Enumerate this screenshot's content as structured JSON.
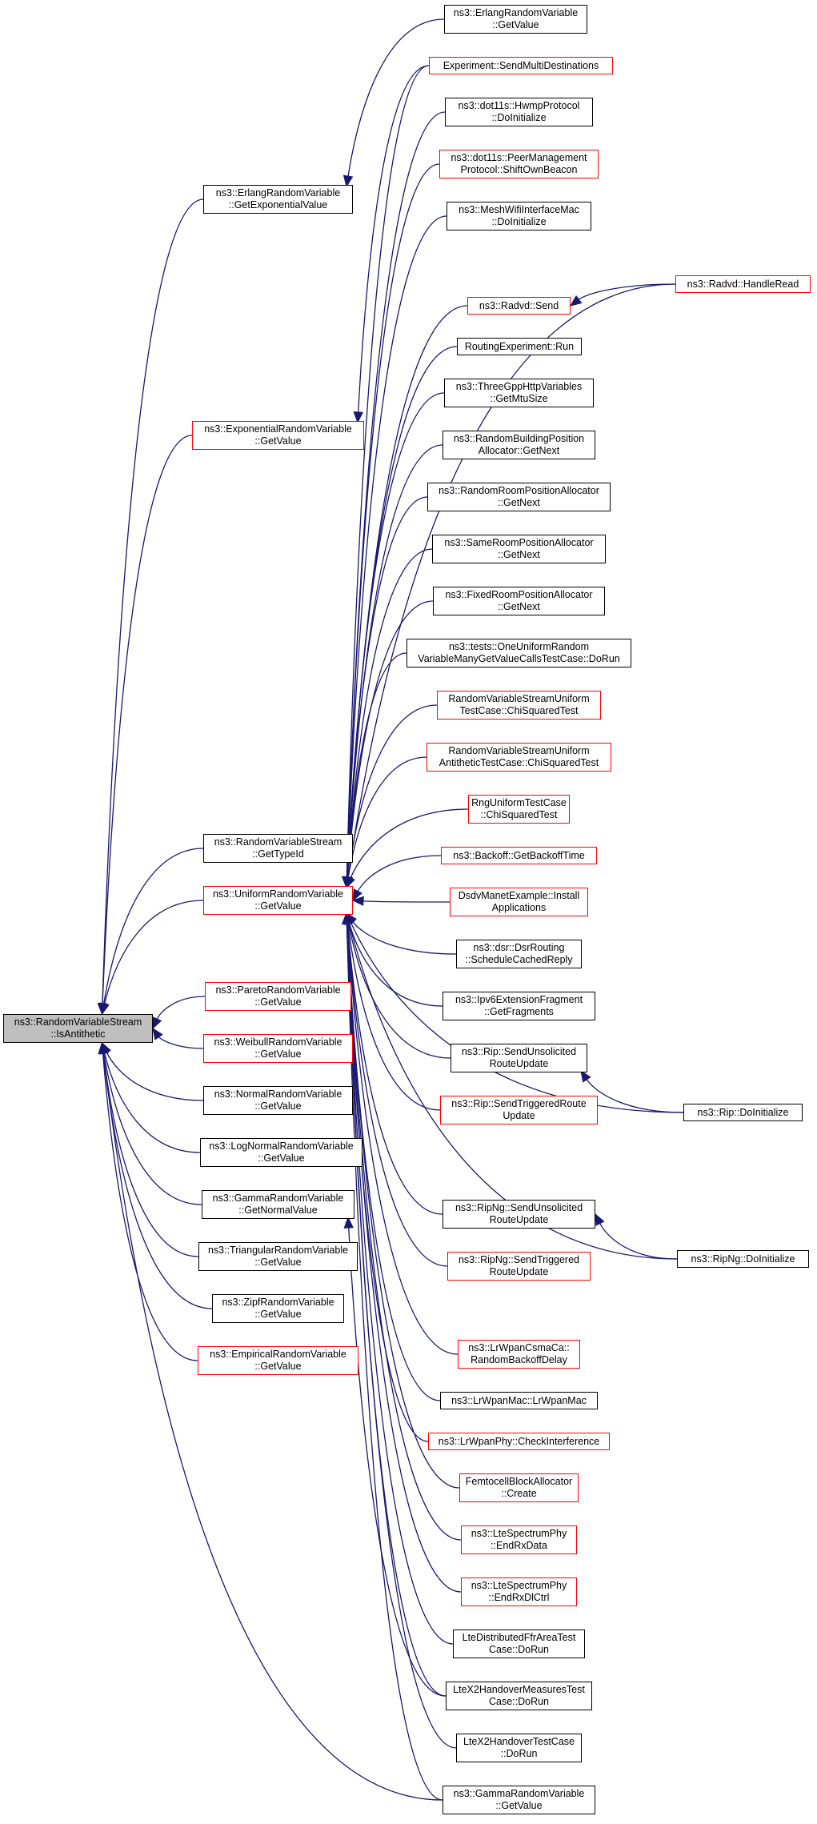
{
  "colors": {
    "edge": "#191970",
    "linked_border": "#ff0000",
    "plain_border": "#000000",
    "focus_fill": "#bfbfbf"
  },
  "nodes": {
    "focus": {
      "l1": "ns3::RandomVariableStream",
      "l2": "::IsAntithetic"
    },
    "erlang_exp": {
      "l1": "ns3::ErlangRandomVariable",
      "l2": "::GetExponentialValue"
    },
    "exponential_get": {
      "l1": "ns3::ExponentialRandomVariable",
      "l2": "::GetValue"
    },
    "rvs_typeid": {
      "l1": "ns3::RandomVariableStream",
      "l2": "::GetTypeId"
    },
    "uniform_get": {
      "l1": "ns3::UniformRandomVariable",
      "l2": "::GetValue"
    },
    "pareto_get": {
      "l1": "ns3::ParetoRandomVariable",
      "l2": "::GetValue"
    },
    "weibull_get": {
      "l1": "ns3::WeibullRandomVariable",
      "l2": "::GetValue"
    },
    "normal_get": {
      "l1": "ns3::NormalRandomVariable",
      "l2": "::GetValue"
    },
    "lognormal_get": {
      "l1": "ns3::LogNormalRandomVariable",
      "l2": "::GetValue"
    },
    "gamma_normal": {
      "l1": "ns3::GammaRandomVariable",
      "l2": "::GetNormalValue"
    },
    "triangular_get": {
      "l1": "ns3::TriangularRandomVariable",
      "l2": "::GetValue"
    },
    "zipf_get": {
      "l1": "ns3::ZipfRandomVariable",
      "l2": "::GetValue"
    },
    "empirical_get": {
      "l1": "ns3::EmpiricalRandomVariable",
      "l2": "::GetValue"
    },
    "erlang_get": {
      "l1": "ns3::ErlangRandomVariable",
      "l2": "::GetValue"
    },
    "send_multi": {
      "l1": "Experiment::SendMultiDestinations",
      "l2": ""
    },
    "hwmp_init": {
      "l1": "ns3::dot11s::HwmpProtocol",
      "l2": "::DoInitialize"
    },
    "peer_mgmt": {
      "l1": "ns3::dot11s::PeerManagement",
      "l2": "Protocol::ShiftOwnBeacon"
    },
    "mesh_wifi": {
      "l1": "ns3::MeshWifiInterfaceMac",
      "l2": "::DoInitialize"
    },
    "radvd_send": {
      "l1": "ns3::Radvd::Send",
      "l2": ""
    },
    "radvd_handle": {
      "l1": "ns3::Radvd::HandleRead",
      "l2": ""
    },
    "routing_exp": {
      "l1": "RoutingExperiment::Run",
      "l2": ""
    },
    "threegpp": {
      "l1": "ns3::ThreeGppHttpVariables",
      "l2": "::GetMtuSize"
    },
    "rand_building": {
      "l1": "ns3::RandomBuildingPosition",
      "l2": "Allocator::GetNext"
    },
    "rand_room": {
      "l1": "ns3::RandomRoomPositionAllocator",
      "l2": "::GetNext"
    },
    "same_room": {
      "l1": "ns3::SameRoomPositionAllocator",
      "l2": "::GetNext"
    },
    "fixed_room": {
      "l1": "ns3::FixedRoomPositionAllocator",
      "l2": "::GetNext"
    },
    "one_uniform": {
      "l1": "ns3::tests::OneUniformRandom",
      "l2": "VariableManyGetValueCallsTestCase::DoRun"
    },
    "rvs_uniform_chi": {
      "l1": "RandomVariableStreamUniform",
      "l2": "TestCase::ChiSquaredTest"
    },
    "rvs_anti_chi": {
      "l1": "RandomVariableStreamUniform",
      "l2": "AntitheticTestCase::ChiSquaredTest"
    },
    "rng_chi": {
      "l1": "RngUniformTestCase",
      "l2": "::ChiSquaredTest"
    },
    "backoff": {
      "l1": "ns3::Backoff::GetBackoffTime",
      "l2": ""
    },
    "dsdv": {
      "l1": "DsdvManetExample::Install",
      "l2": "Applications"
    },
    "dsr": {
      "l1": "ns3::dsr::DsrRouting",
      "l2": "::ScheduleCachedReply"
    },
    "ipv6frag": {
      "l1": "ns3::Ipv6ExtensionFragment",
      "l2": "::GetFragments"
    },
    "rip_unsol": {
      "l1": "ns3::Rip::SendUnsolicited",
      "l2": "RouteUpdate"
    },
    "rip_trig": {
      "l1": "ns3::Rip::SendTriggeredRoute",
      "l2": "Update"
    },
    "rip_init": {
      "l1": "ns3::Rip::DoInitialize",
      "l2": ""
    },
    "ripng_unsol": {
      "l1": "ns3::RipNg::SendUnsolicited",
      "l2": "RouteUpdate"
    },
    "ripng_trig": {
      "l1": "ns3::RipNg::SendTriggered",
      "l2": "RouteUpdate"
    },
    "ripng_init": {
      "l1": "ns3::RipNg::DoInitialize",
      "l2": ""
    },
    "lrwpan_csma": {
      "l1": "ns3::LrWpanCsmaCa::",
      "l2": "RandomBackoffDelay"
    },
    "lrwpan_mac": {
      "l1": "ns3::LrWpanMac::LrWpanMac",
      "l2": ""
    },
    "lrwpan_phy": {
      "l1": "ns3::LrWpanPhy::CheckInterference",
      "l2": ""
    },
    "femtocell": {
      "l1": "FemtocellBlockAllocator",
      "l2": "::Create"
    },
    "lte_rxdata": {
      "l1": "ns3::LteSpectrumPhy",
      "l2": "::EndRxData"
    },
    "lte_rxdlctrl": {
      "l1": "ns3::LteSpectrumPhy",
      "l2": "::EndRxDlCtrl"
    },
    "lte_ffr": {
      "l1": "LteDistributedFfrAreaTest",
      "l2": "Case::DoRun"
    },
    "ltex2_meas": {
      "l1": "LteX2HandoverMeasuresTest",
      "l2": "Case::DoRun"
    },
    "ltex2_ho": {
      "l1": "LteX2HandoverTestCase",
      "l2": "::DoRun"
    },
    "gamma_get": {
      "l1": "ns3::GammaRandomVariable",
      "l2": "::GetValue"
    }
  }
}
